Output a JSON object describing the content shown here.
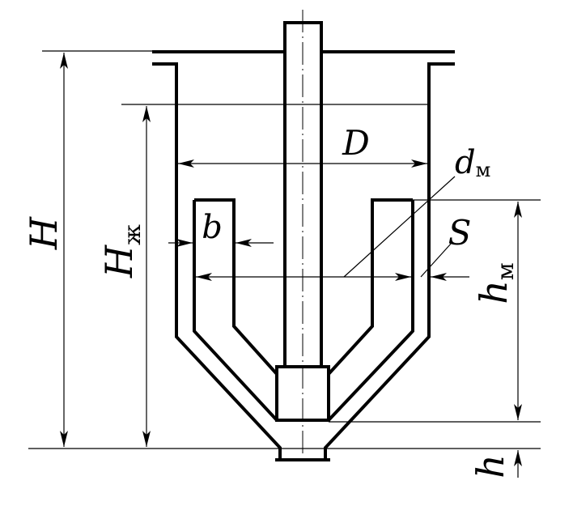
{
  "labels": {
    "H": "H",
    "H_liquid": "H",
    "H_liquid_sub": "ж",
    "D": "D",
    "d_m": "d",
    "d_m_sub": "м",
    "b": "b",
    "S": "S",
    "h_m": "h",
    "h_m_sub": "м",
    "h": "h"
  },
  "colors": {
    "line": "#000000",
    "background": "#ffffff"
  }
}
